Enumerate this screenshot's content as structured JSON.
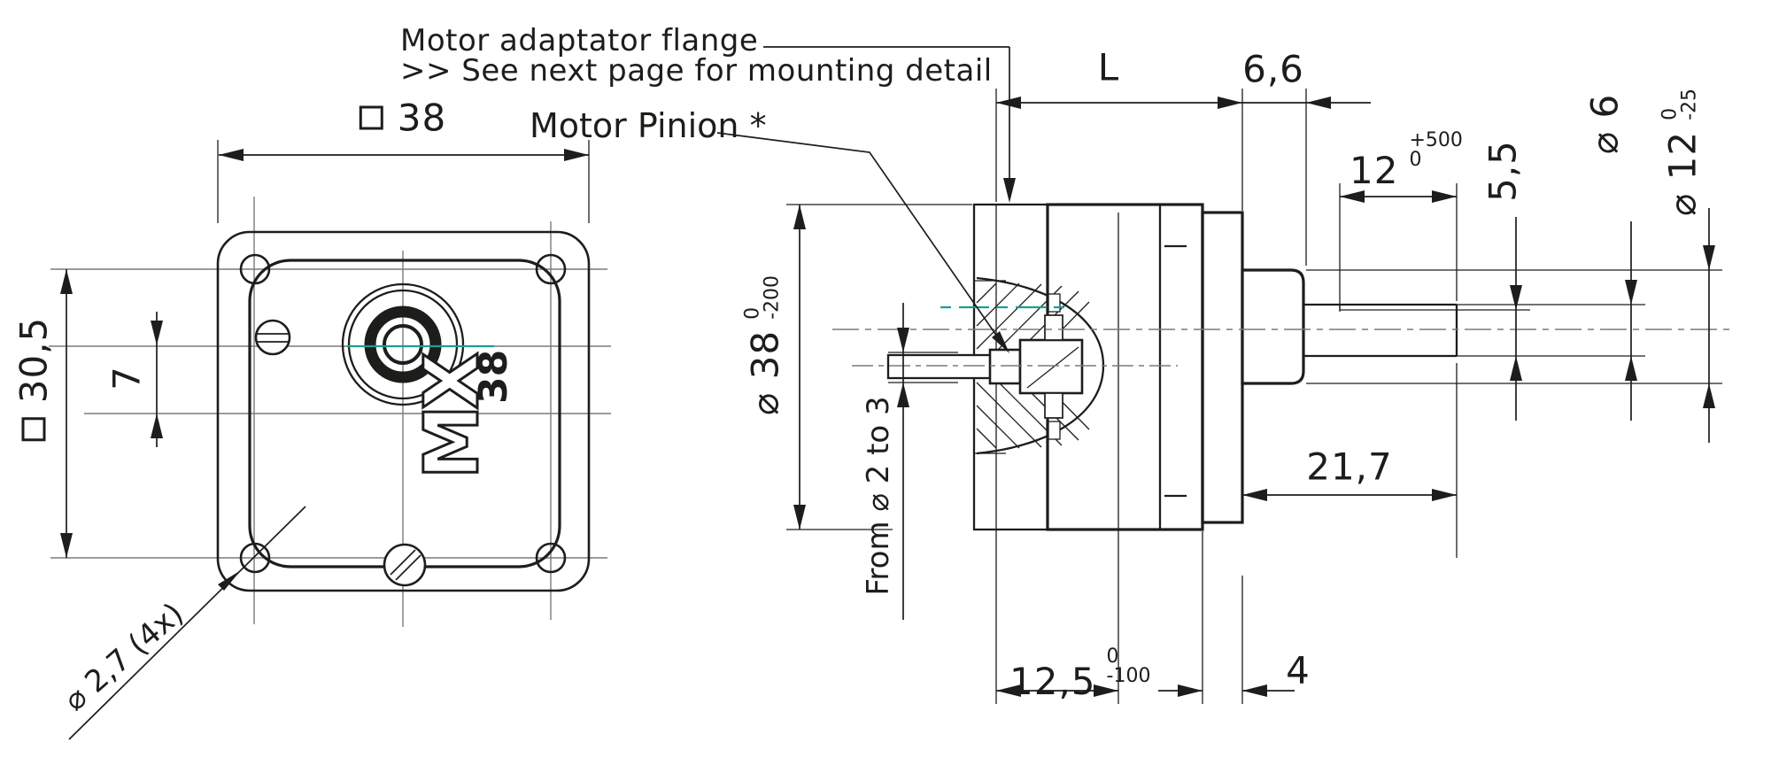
{
  "drawing": {
    "notes": {
      "flange_note_1": "Motor adaptator flange",
      "flange_note_2": ">> See next page for mounting detail",
      "motor_pinion_label": "Motor Pinion *"
    },
    "front_view": {
      "flange_width": "38",
      "hole_pitch": "30,5",
      "axis_offset": "7",
      "mounting_holes": "⌀ 2,7 (4x)",
      "logo_text": "MX",
      "logo_size": "38"
    },
    "side_view": {
      "gear_length_label": "L",
      "boss_length": "6,6",
      "flat_length": "12",
      "flat_length_tol_upper": "+500",
      "flat_length_tol_lower": "0",
      "shaft_flat_height": "5,5",
      "shaft_dia": "⌀ 6",
      "boss_dia": "⌀ 12",
      "boss_dia_tol_upper": "0",
      "boss_dia_tol_lower": "-25",
      "housing_dia": "⌀ 38",
      "housing_dia_tol_upper": "0",
      "housing_dia_tol_lower": "-200",
      "pinion_dia_note": "From ⌀ 2 to 3",
      "mounting_depth": "12,5",
      "mounting_depth_tol_upper": "0",
      "mounting_depth_tol_lower": "-100",
      "shaft_section_length": "21,7",
      "rear_plate_thickness": "4"
    },
    "colors": {
      "line": "#1d1d1b",
      "centerline": "#7a7a7a",
      "accent_teal": "#17a094"
    }
  }
}
